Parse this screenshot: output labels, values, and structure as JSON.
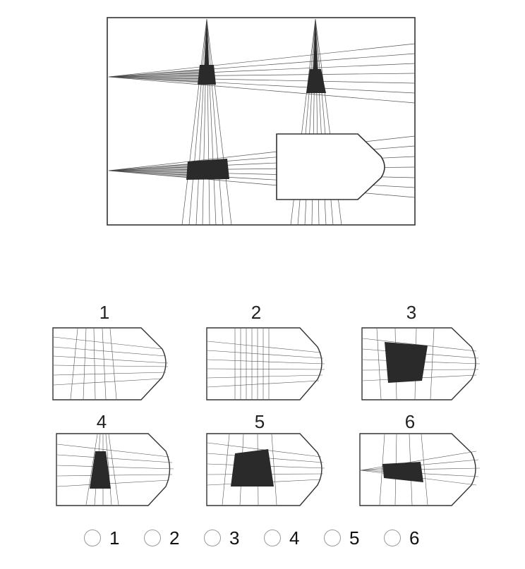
{
  "puzzle": {
    "options": [
      {
        "number": "1"
      },
      {
        "number": "2"
      },
      {
        "number": "3"
      },
      {
        "number": "4"
      },
      {
        "number": "5"
      },
      {
        "number": "6"
      }
    ],
    "answers": [
      {
        "label": "1"
      },
      {
        "label": "2"
      },
      {
        "label": "3"
      },
      {
        "label": "4"
      },
      {
        "label": "5"
      },
      {
        "label": "6"
      }
    ]
  },
  "colors": {
    "ink": "#222222",
    "fill": "#2a2a2a",
    "radio_border": "#9a9a9a"
  }
}
